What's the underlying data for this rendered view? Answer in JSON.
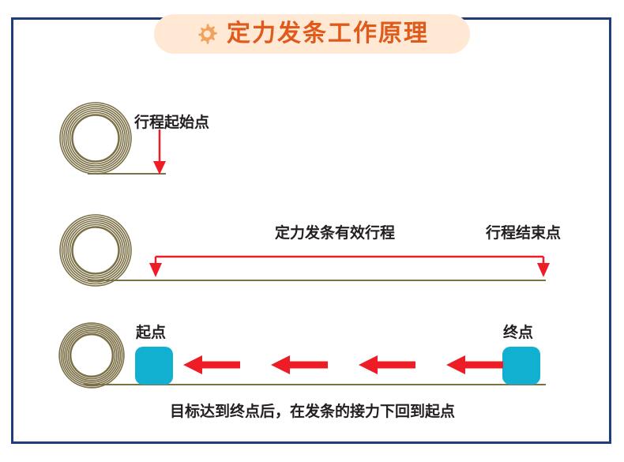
{
  "title": {
    "text": "定力发条工作原理",
    "icon": "gear-icon",
    "banner_color": "#ffe9d4",
    "text_color": "#e05a1c"
  },
  "frame": {
    "border_color": "#1f3d7a"
  },
  "colors": {
    "spring": "#7c7047",
    "arrow_red": "#ee1c25",
    "block_cyan": "#12b0d0",
    "text": "#231f20"
  },
  "rows": [
    {
      "id": "row-1",
      "spring": "spring-coil",
      "labels": [
        {
          "name": "travel-start-label",
          "text": "行程起始点"
        }
      ]
    },
    {
      "id": "row-2",
      "spring": "spring-coil",
      "labels": [
        {
          "name": "effective-travel-label",
          "text": "定力发条有效行程"
        },
        {
          "name": "travel-end-label",
          "text": "行程结束点"
        }
      ]
    },
    {
      "id": "row-3",
      "spring": "spring-coil",
      "labels": [
        {
          "name": "start-point-label",
          "text": "起点"
        },
        {
          "name": "end-point-label",
          "text": "终点"
        }
      ],
      "caption": "目标达到终点后，在发条的接力下回到起点"
    }
  ]
}
